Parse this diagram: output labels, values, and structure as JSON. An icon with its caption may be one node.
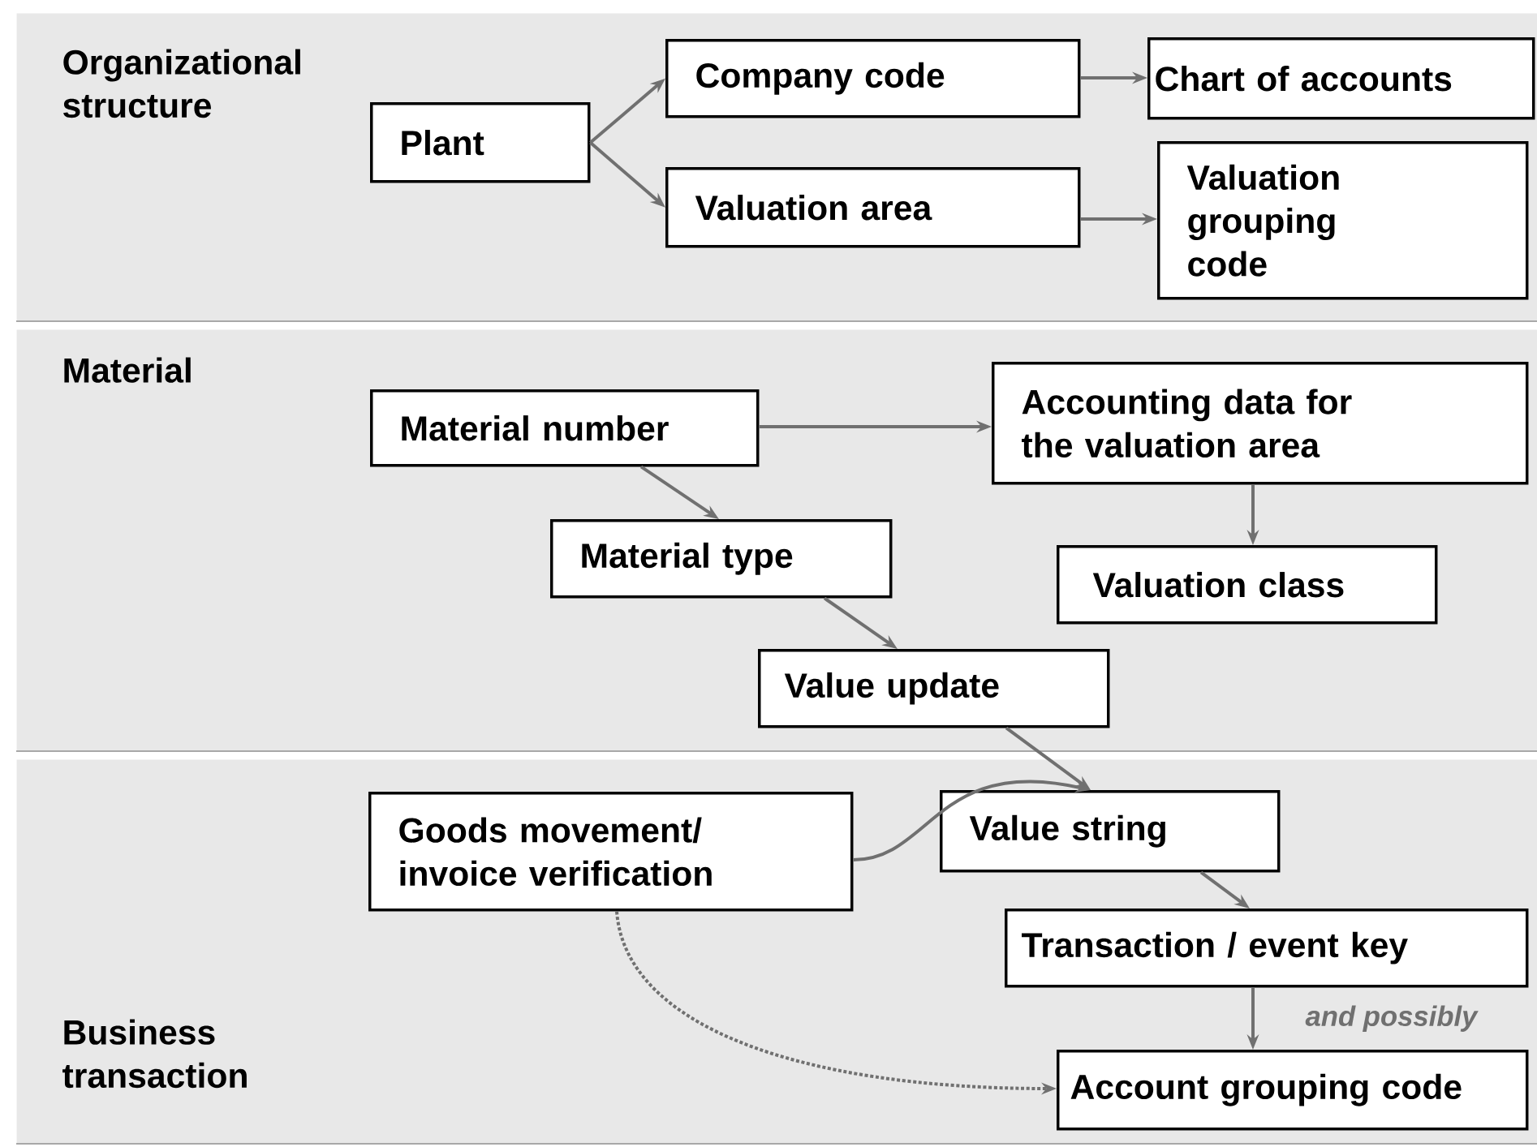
{
  "diagram": {
    "nodes": [
      {
        "text": [
          "Organizational structure"
        ]
      },
      {
        "text": [
          "Plant"
        ],
        "in": 0
      },
      {
        "text": [
          "Company code"
        ],
        "in": 0
      },
      {
        "text": [
          "Chart of accounts"
        ],
        "in": 0
      },
      {
        "text": [
          "Valuation area"
        ],
        "in": 0
      },
      {
        "text": [
          "Valuation grouping code"
        ],
        "in": 0
      },
      {
        "text": [
          "Material"
        ]
      },
      {
        "text": [
          "Material number"
        ],
        "in": 6
      },
      {
        "text": [
          "Accounting data for the valuation area"
        ],
        "in": 6
      },
      {
        "text": [
          "Material type"
        ],
        "in": 6
      },
      {
        "text": [
          "Valuation class"
        ],
        "in": 6
      },
      {
        "text": [
          "Value update"
        ],
        "in": 6
      },
      {
        "text": [
          "Business transaction"
        ]
      },
      {
        "text": [
          "Goods movement/ invoice verification"
        ],
        "in": 12
      },
      {
        "text": [
          "Value string"
        ],
        "in": 12
      },
      {
        "text": [
          "Transaction / event key"
        ],
        "in": 12
      },
      {
        "text": [
          "Account grouping code"
        ],
        "in": 12
      }
    ],
    "edges": [
      {
        "from": 1,
        "to": 2,
        "arrow": "to"
      },
      {
        "from": 1,
        "to": 4,
        "arrow": "to"
      },
      {
        "from": 2,
        "to": 3,
        "arrow": "to"
      },
      {
        "from": 4,
        "to": 5,
        "arrow": "to"
      },
      {
        "from": 7,
        "to": 8,
        "arrow": "to"
      },
      {
        "from": 7,
        "to": 9,
        "arrow": "to"
      },
      {
        "from": 8,
        "to": 10,
        "arrow": "to"
      },
      {
        "from": 9,
        "to": 11,
        "arrow": "to"
      },
      {
        "from": 11,
        "to": 14,
        "arrow": "to"
      },
      {
        "from": 13,
        "to": 14,
        "arrow": "to"
      },
      {
        "from": 14,
        "to": 15,
        "arrow": "to"
      },
      {
        "from": 15,
        "to": 16,
        "arrow": "to",
        "label": "and possibly"
      },
      {
        "from": 13,
        "to": 16,
        "arrow": "to",
        "style": "dashed"
      }
    ]
  }
}
